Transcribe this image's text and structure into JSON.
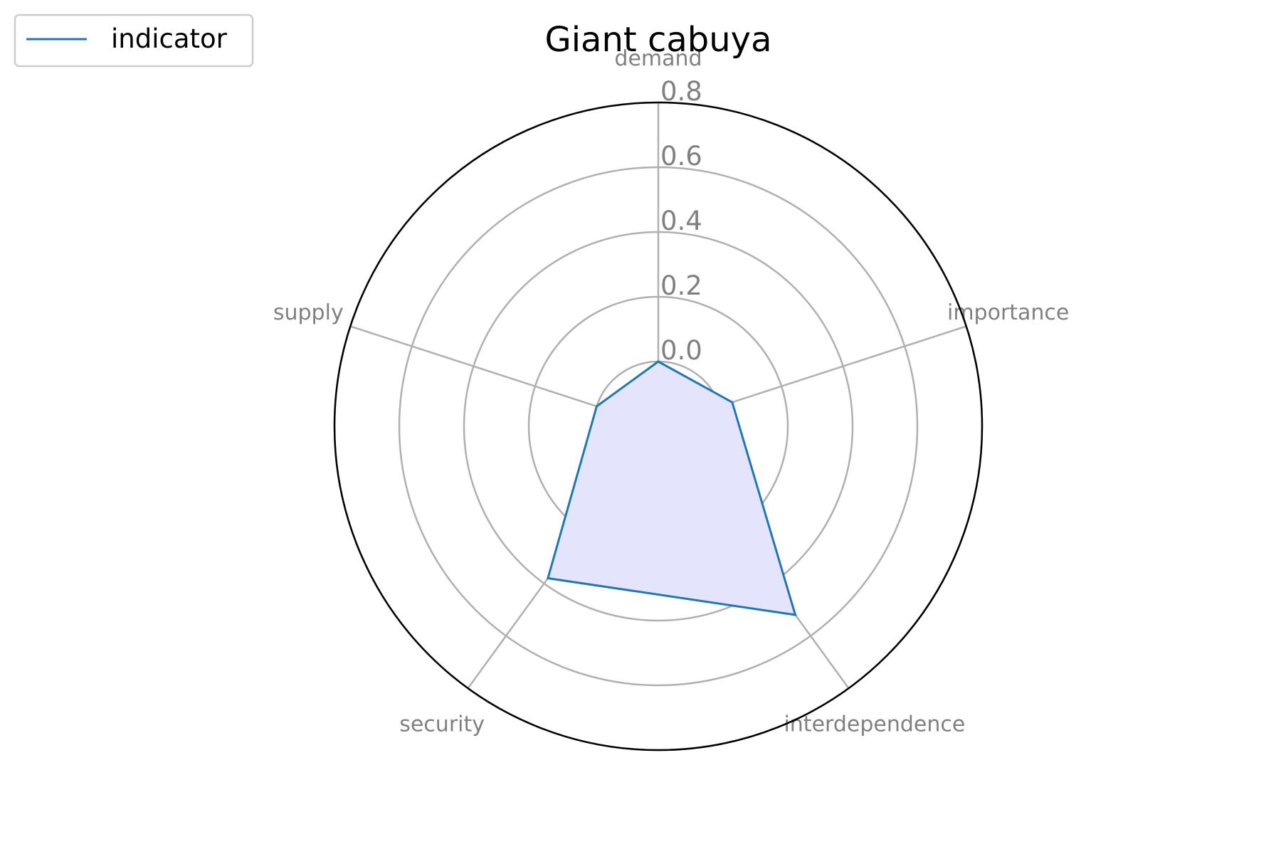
{
  "chart_data": {
    "type": "radar",
    "title": "Giant cabuya",
    "categories": [
      "demand",
      "importance",
      "interdependence",
      "security",
      "supply"
    ],
    "series": [
      {
        "name": "indicator",
        "values": [
          0.0,
          0.04,
          0.52,
          0.38,
          0.0
        ],
        "line_color": "#1f77b4",
        "fill_color": "#e4e4fc"
      }
    ],
    "radial_ticks": [
      "0.0",
      "0.2",
      "0.4",
      "0.6",
      "0.8"
    ],
    "tick_values": [
      0.0,
      0.2,
      0.4,
      0.6,
      0.8
    ],
    "rlim": [
      -0.2,
      0.8
    ],
    "grid": true,
    "grid_color": "#b0b0b0",
    "label_color": "#808080",
    "legend_position": "top-left"
  }
}
